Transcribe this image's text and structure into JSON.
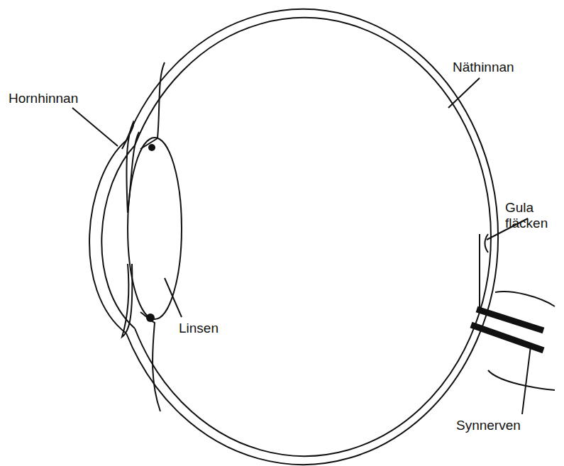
{
  "diagram": {
    "labels": [
      "Hornhinnan",
      "Näthinnan",
      "Gula fläcken",
      "Linsen",
      "Synnerven"
    ]
  }
}
